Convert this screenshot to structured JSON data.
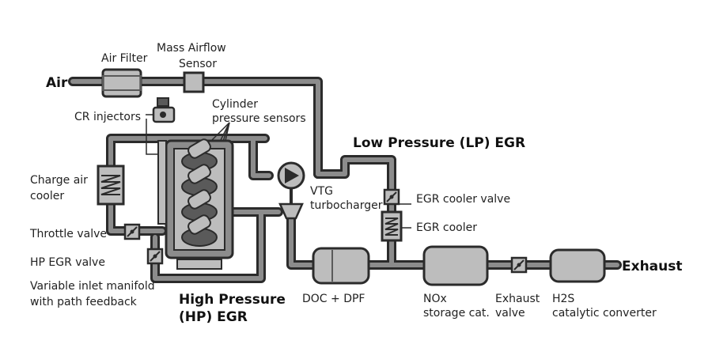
{
  "colors": {
    "pipe_outer": "#2b2b2b",
    "pipe_inner": "#8c8c8c",
    "component_fill": "#bdbdbd",
    "component_dark": "#5a5a5a",
    "background": "#ffffff"
  },
  "labels": {
    "air": "Air",
    "air_filter": "Air Filter",
    "maf_line1": "Mass Airflow",
    "maf_line2": "Sensor",
    "cr_injectors": "CR injectors",
    "cyl_line1": "Cylinder",
    "cyl_line2": "pressure sensors",
    "lp_egr": "Low Pressure (LP) EGR",
    "charge_line1": "Charge air",
    "charge_line2": "cooler",
    "vtg_line1": "VTG",
    "vtg_line2": "turbocharger",
    "egr_cooler_valve": "EGR cooler valve",
    "egr_cooler": "EGR cooler",
    "throttle_valve": "Throttle valve",
    "hp_egr_valve": "HP EGR valve",
    "vim_line1": "Variable inlet manifold",
    "vim_line2": "with path feedback",
    "hp_line1": "High Pressure",
    "hp_line2": "(HP) EGR",
    "doc_dpf": "DOC + DPF",
    "nox_line1": "NOx",
    "nox_line2": "storage cat.",
    "exhaust_valve_line1": "Exhaust",
    "exhaust_valve_line2": "valve",
    "h2s_line1": "H2S",
    "h2s_line2": "catalytic converter",
    "exhaust": "Exhaust"
  },
  "icons": {
    "cooler": "zigzag-coil-icon",
    "valve": "butterfly-valve-icon",
    "turbo": "turbocharger-icon"
  }
}
